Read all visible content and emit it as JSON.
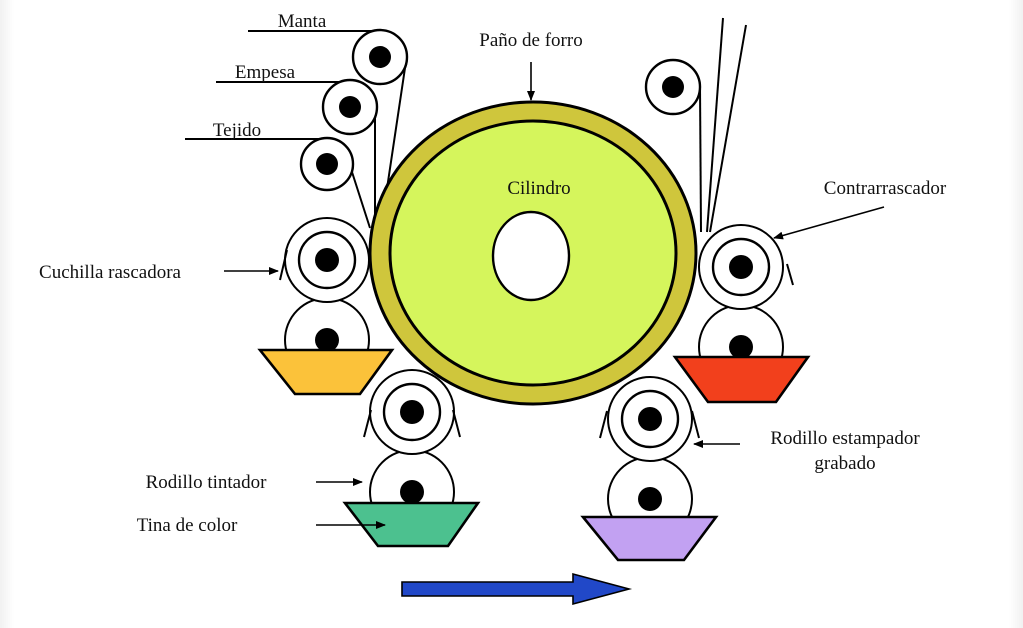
{
  "diagram": {
    "title": "Máquina de estampación por rodillos",
    "labels": {
      "manta": "Manta",
      "empesa": "Empesa",
      "tejido": "Tejido",
      "pano_de_forro": "Paño de forro",
      "cilindro": "Cilindro",
      "contrarrascador": "Contrarrascador",
      "cuchilla_rascadora": "Cuchilla rascadora",
      "rodillo_tintador": "Rodillo tintador",
      "tina_de_color": "Tina de color",
      "rodillo_estampador_line1": "Rodillo estampador",
      "rodillo_estampador_line2": "grabado"
    },
    "colors": {
      "cylinder_outer": "#cfc63c",
      "cylinder_inner": "#d5f55c",
      "trough_yellow": "#fbc23a",
      "trough_green": "#4cc18f",
      "trough_red": "#f2401c",
      "trough_purple": "#c2a1f2",
      "arrow_blue": "#2148c8",
      "stroke": "#000000"
    },
    "printing_units": [
      {
        "position": "left-upper",
        "trough_color": "trough_yellow"
      },
      {
        "position": "left-lower",
        "trough_color": "trough_green"
      },
      {
        "position": "right-upper",
        "trough_color": "trough_red"
      },
      {
        "position": "right-lower",
        "trough_color": "trough_purple"
      }
    ],
    "direction_arrow": "fabric travel direction"
  }
}
